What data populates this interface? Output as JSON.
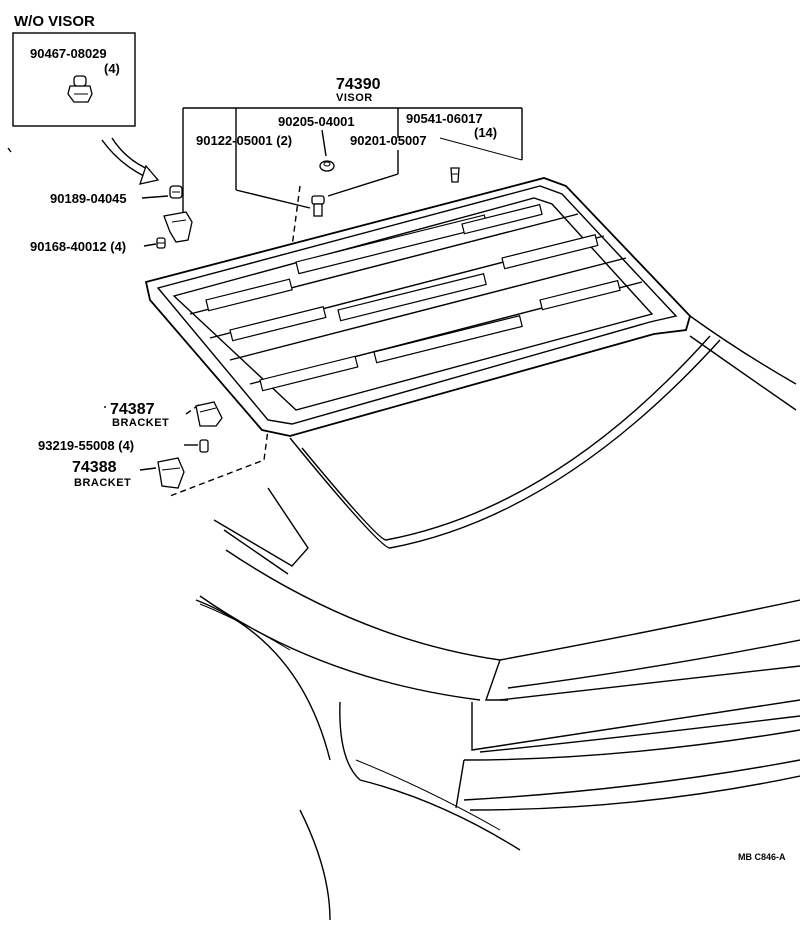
{
  "inset": {
    "title": "W/O VISOR",
    "part": "90467-08029",
    "qty": "(4)"
  },
  "assembly": {
    "part": "74390",
    "name": "VISOR"
  },
  "parts": {
    "p90205": "90205-04001",
    "p90541": "90541-06017",
    "p90541_qty": "(14)",
    "p90122": "90122-05001 (2)",
    "p90201": "90201-05007",
    "p90189": "90189-04045",
    "p90168": "90168-40012 (4)",
    "p74387": "74387",
    "p74387_name": "BRACKET",
    "p93219": "93219-55008 (4)",
    "p74388": "74388",
    "p74388_name": "BRACKET"
  },
  "footer": {
    "code": "MB  C846-A"
  }
}
